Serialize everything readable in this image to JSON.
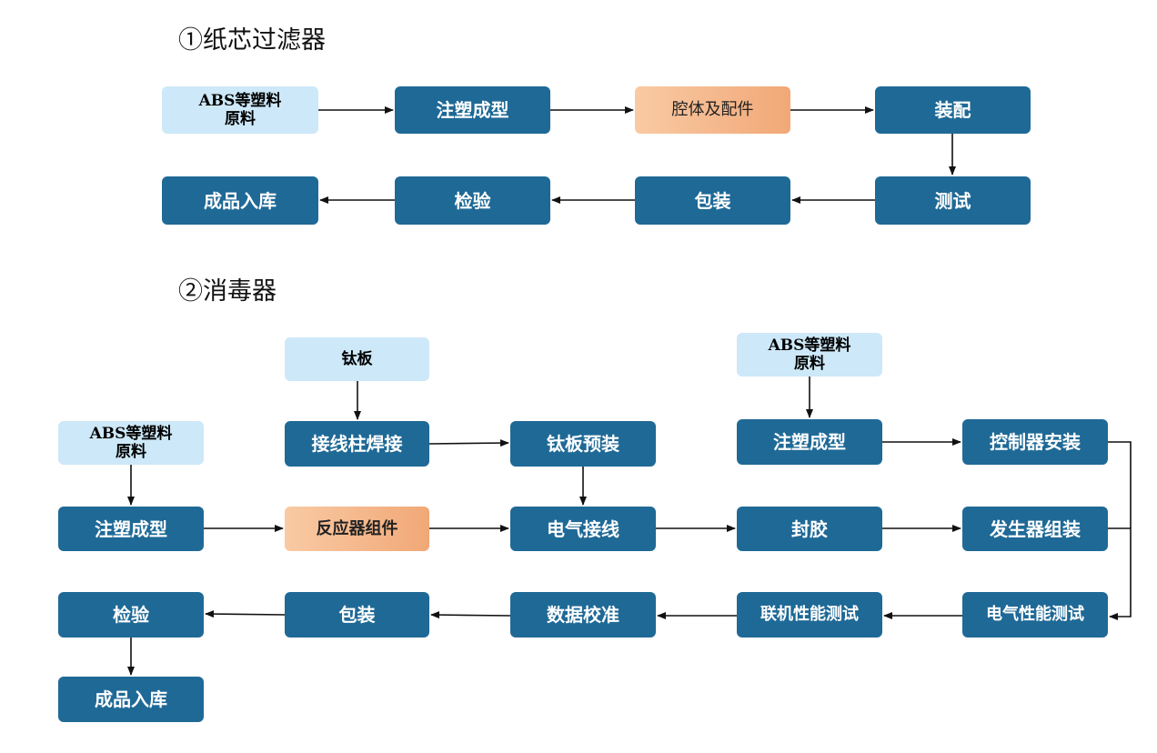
{
  "section1": {
    "title": "①纸芯过滤器",
    "nodes": {
      "abs": "ABS等塑料\n原料",
      "mold": "注塑成型",
      "cavity": "腔体及配件",
      "assemble": "装配",
      "finished": "成品入库",
      "inspect": "检验",
      "pack": "包装",
      "test": "测试"
    }
  },
  "section2": {
    "title": "②消毒器",
    "nodes": {
      "titanium": "钛板",
      "abs_top": "ABS等塑料\n原料",
      "abs_left": "ABS等塑料\n原料",
      "terminal_weld": "接线柱焊接",
      "ti_preassemble": "钛板预装",
      "mold_top": "注塑成型",
      "controller": "控制器安装",
      "mold_left": "注塑成型",
      "reactor": "反应器组件",
      "wiring": "电气接线",
      "seal": "封胶",
      "generator": "发生器组装",
      "inspect": "检验",
      "pack": "包装",
      "calibrate": "数据校准",
      "online_test": "联机性能测试",
      "elec_test": "电气性能测试",
      "finished": "成品入库"
    }
  },
  "colors": {
    "dark_box": "#1f6996",
    "light_box": "#cde8f8",
    "orange_box_start": "#f9caa4",
    "orange_box_end": "#f1a877",
    "arrow": "#111111"
  }
}
